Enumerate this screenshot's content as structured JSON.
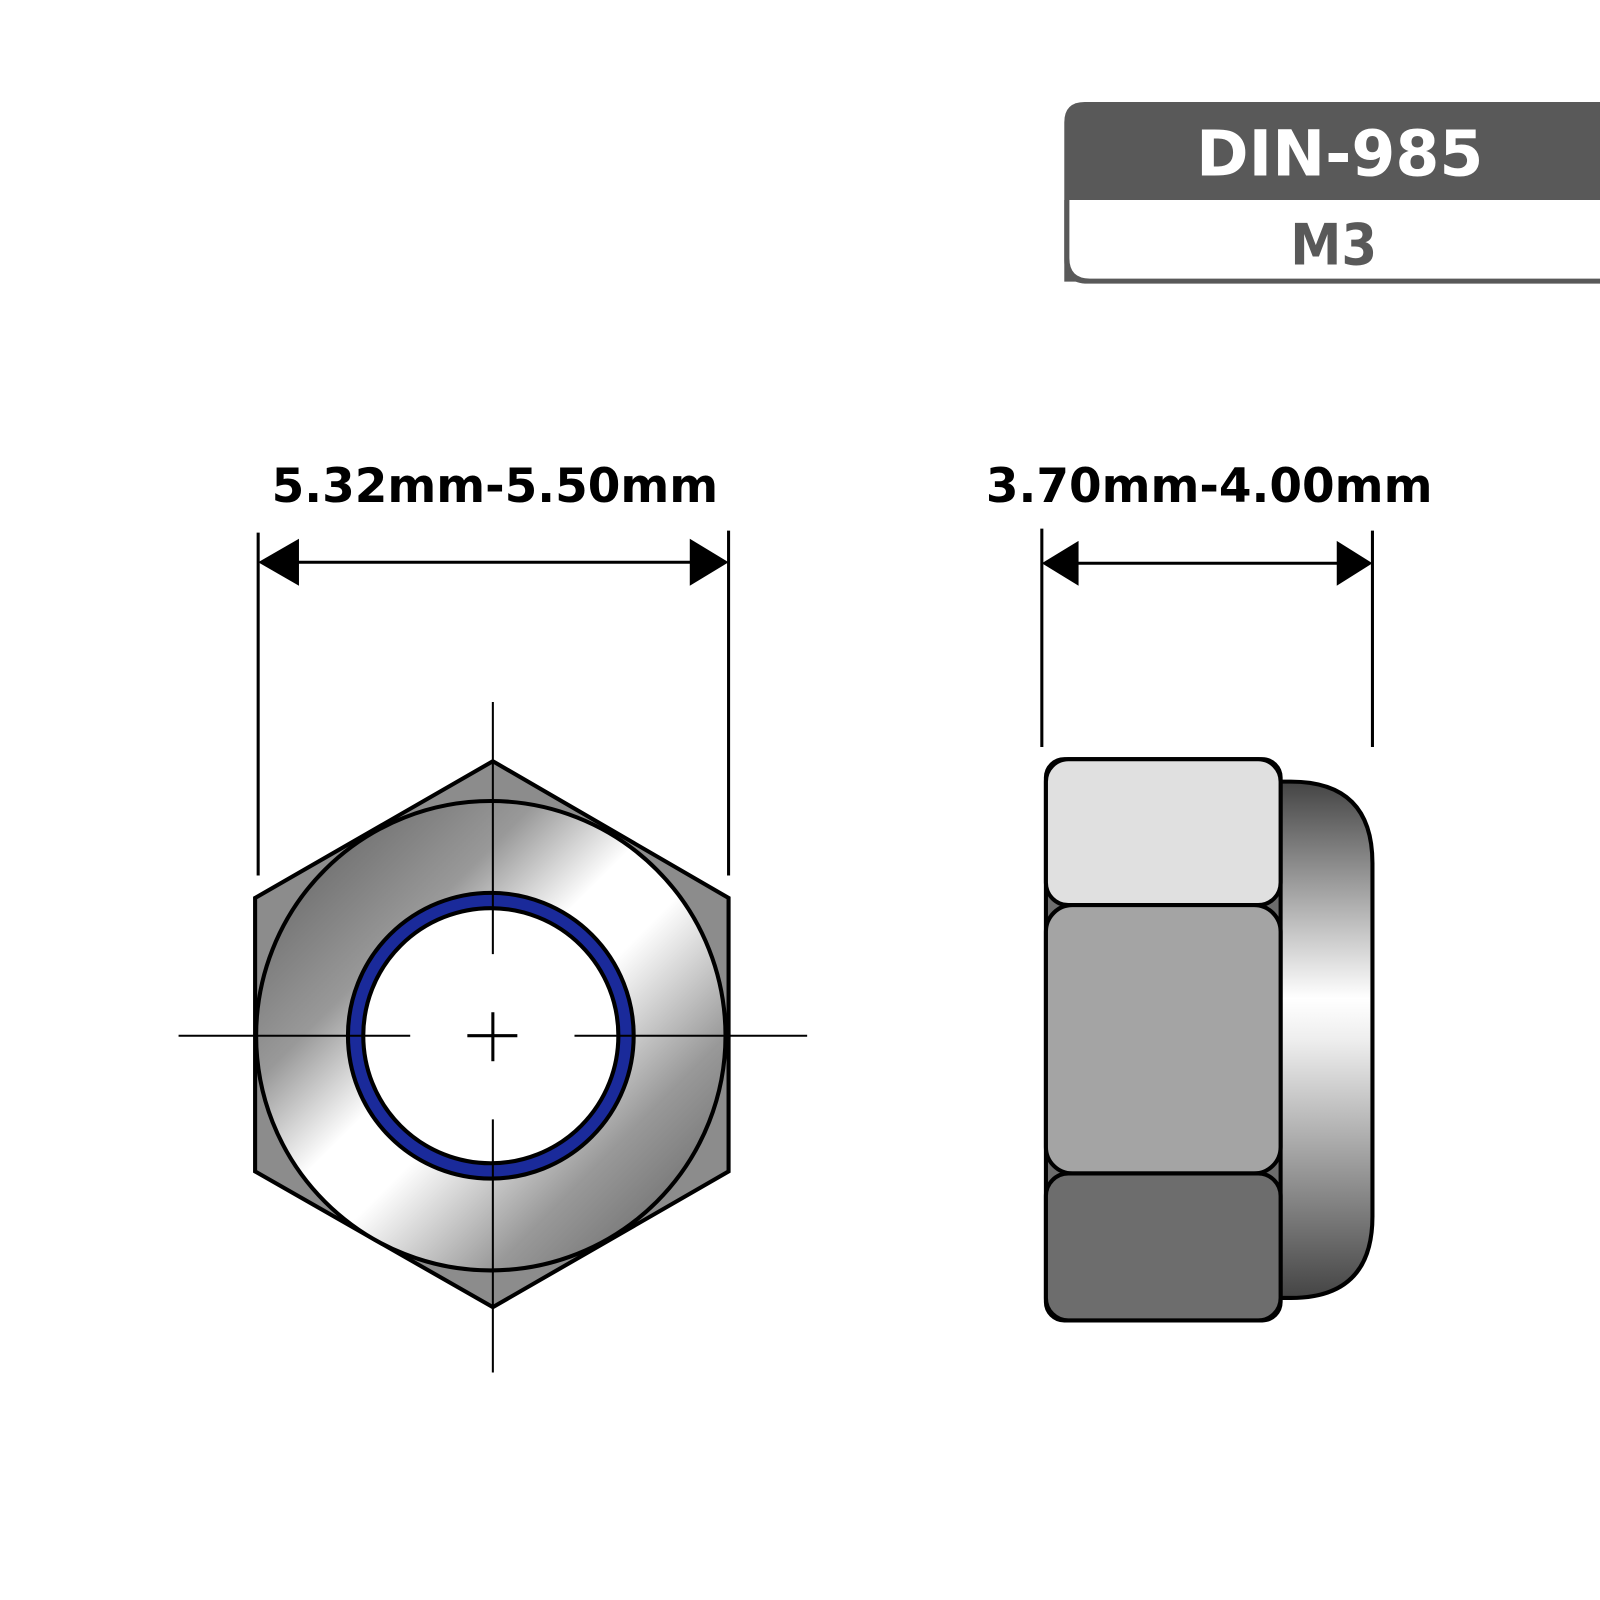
{
  "label": {
    "standard": "DIN-985",
    "size": "M3"
  },
  "dimensions": {
    "width_across_flats": "5.32mm-5.50mm",
    "height": "3.70mm-4.00mm"
  },
  "colors": {
    "label_bg": "#595959",
    "nylon_insert": "#1a2a9a",
    "steel": "#a4a4a4"
  }
}
